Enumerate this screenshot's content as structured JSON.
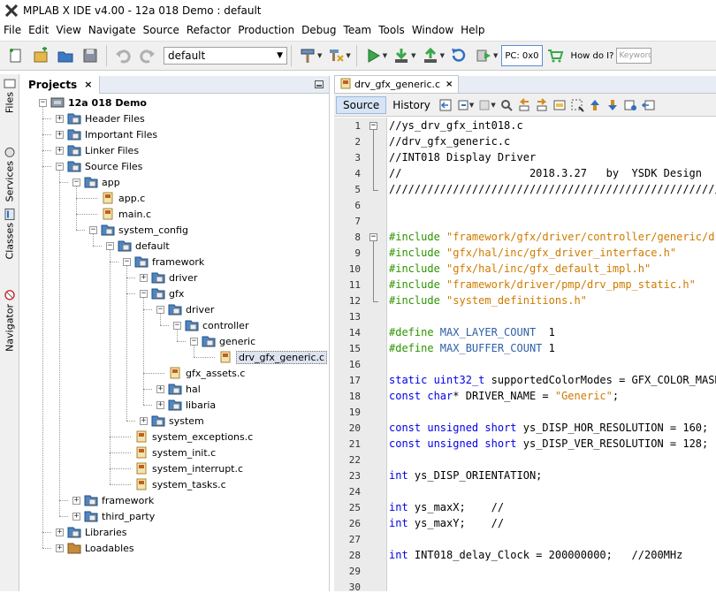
{
  "window": {
    "title": "MPLAB X IDE v4.00 - 12a 018 Demo : default"
  },
  "menu": [
    "File",
    "Edit",
    "View",
    "Navigate",
    "Source",
    "Refactor",
    "Production",
    "Debug",
    "Team",
    "Tools",
    "Window",
    "Help"
  ],
  "toolbar": {
    "configuration": "default",
    "pc": "PC: 0x0",
    "howdo": "How do I?",
    "search_placeholder": "Keyword"
  },
  "side_tabs": [
    "Files",
    "Services",
    "Classes",
    "Navigator"
  ],
  "projects": {
    "tab_label": "Projects",
    "close": "×"
  },
  "tree": [
    {
      "label": "12a 018 Demo",
      "depth": 0,
      "toggle": "-",
      "icon": "chip",
      "bold": true
    },
    {
      "label": "Header Files",
      "depth": 1,
      "toggle": "+",
      "icon": "folder"
    },
    {
      "label": "Important Files",
      "depth": 1,
      "toggle": "+",
      "icon": "folder"
    },
    {
      "label": "Linker Files",
      "depth": 1,
      "toggle": "+",
      "icon": "folder"
    },
    {
      "label": "Source Files",
      "depth": 1,
      "toggle": "-",
      "icon": "folder"
    },
    {
      "label": "app",
      "depth": 2,
      "toggle": "-",
      "icon": "folder"
    },
    {
      "label": "app.c",
      "depth": 3,
      "toggle": "",
      "icon": "cfile"
    },
    {
      "label": "main.c",
      "depth": 3,
      "toggle": "",
      "icon": "cfile"
    },
    {
      "label": "system_config",
      "depth": 3,
      "toggle": "-",
      "icon": "folder"
    },
    {
      "label": "default",
      "depth": 4,
      "toggle": "-",
      "icon": "folder"
    },
    {
      "label": "framework",
      "depth": 5,
      "toggle": "-",
      "icon": "folder"
    },
    {
      "label": "driver",
      "depth": 6,
      "toggle": "+",
      "icon": "folder"
    },
    {
      "label": "gfx",
      "depth": 6,
      "toggle": "-",
      "icon": "folder"
    },
    {
      "label": "driver",
      "depth": 7,
      "toggle": "-",
      "icon": "folder"
    },
    {
      "label": "controller",
      "depth": 8,
      "toggle": "-",
      "icon": "folder"
    },
    {
      "label": "generic",
      "depth": 9,
      "toggle": "-",
      "icon": "folder"
    },
    {
      "label": "drv_gfx_generic.c",
      "depth": 10,
      "toggle": "",
      "icon": "cfile",
      "selected": true
    },
    {
      "label": "gfx_assets.c",
      "depth": 7,
      "toggle": "",
      "icon": "cfile"
    },
    {
      "label": "hal",
      "depth": 7,
      "toggle": "+",
      "icon": "folder"
    },
    {
      "label": "libaria",
      "depth": 7,
      "toggle": "+",
      "icon": "folder"
    },
    {
      "label": "system",
      "depth": 6,
      "toggle": "+",
      "icon": "folder"
    },
    {
      "label": "system_exceptions.c",
      "depth": 5,
      "toggle": "",
      "icon": "cfile"
    },
    {
      "label": "system_init.c",
      "depth": 5,
      "toggle": "",
      "icon": "cfile"
    },
    {
      "label": "system_interrupt.c",
      "depth": 5,
      "toggle": "",
      "icon": "cfile"
    },
    {
      "label": "system_tasks.c",
      "depth": 5,
      "toggle": "",
      "icon": "cfile"
    },
    {
      "label": "framework",
      "depth": 2,
      "toggle": "+",
      "icon": "folder"
    },
    {
      "label": "third_party",
      "depth": 2,
      "toggle": "+",
      "icon": "folder"
    },
    {
      "label": "Libraries",
      "depth": 1,
      "toggle": "+",
      "icon": "folder"
    },
    {
      "label": "Loadables",
      "depth": 1,
      "toggle": "+",
      "icon": "folder2"
    }
  ],
  "editor": {
    "tab_label": "drv_gfx_generic.c",
    "close": "×",
    "source_tab": "Source",
    "history_tab": "History",
    "lines": [
      {
        "n": "1",
        "fold": "-",
        "segs": [
          [
            "c",
            "//ys_drv_gfx_int018.c"
          ]
        ]
      },
      {
        "n": "2",
        "segs": [
          [
            "c",
            "//drv_gfx_generic.c"
          ]
        ]
      },
      {
        "n": "3",
        "segs": [
          [
            "c",
            "//INT018 Display Driver"
          ]
        ]
      },
      {
        "n": "4",
        "segs": [
          [
            "c",
            "//                    2018.3.27   by  YSDK Design"
          ]
        ]
      },
      {
        "n": "5",
        "fend": true,
        "segs": [
          [
            "c",
            "////////////////////////////////////////////////////////"
          ]
        ]
      },
      {
        "n": "6",
        "segs": []
      },
      {
        "n": "7",
        "segs": []
      },
      {
        "n": "8",
        "fold": "-",
        "segs": [
          [
            "p",
            "#include "
          ],
          [
            "s",
            "\"framework/gfx/driver/controller/generic/drv"
          ]
        ]
      },
      {
        "n": "9",
        "segs": [
          [
            "p",
            "#include "
          ],
          [
            "s",
            "\"gfx/hal/inc/gfx_driver_interface.h\""
          ]
        ]
      },
      {
        "n": "10",
        "segs": [
          [
            "p",
            "#include "
          ],
          [
            "s",
            "\"gfx/hal/inc/gfx_default_impl.h\""
          ]
        ]
      },
      {
        "n": "11",
        "segs": [
          [
            "p",
            "#include "
          ],
          [
            "s",
            "\"framework/driver/pmp/drv_pmp_static.h\""
          ]
        ]
      },
      {
        "n": "12",
        "fend": true,
        "segs": [
          [
            "p",
            "#include "
          ],
          [
            "s",
            "\"system_definitions.h\""
          ]
        ]
      },
      {
        "n": "13",
        "segs": []
      },
      {
        "n": "14",
        "segs": [
          [
            "p",
            "#define "
          ],
          [
            "m",
            "MAX_LAYER_COUNT"
          ],
          [
            "c",
            "  1"
          ]
        ]
      },
      {
        "n": "15",
        "segs": [
          [
            "p",
            "#define "
          ],
          [
            "m",
            "MAX_BUFFER_COUNT"
          ],
          [
            "c",
            " 1"
          ]
        ]
      },
      {
        "n": "16",
        "segs": []
      },
      {
        "n": "17",
        "segs": [
          [
            "k",
            "static "
          ],
          [
            "k",
            "uint32_t"
          ],
          [
            "c",
            " supportedColorModes = GFX_COLOR_MASK_"
          ]
        ]
      },
      {
        "n": "18",
        "segs": [
          [
            "k",
            "const "
          ],
          [
            "k",
            "char"
          ],
          [
            "c",
            "* DRIVER_NAME = "
          ],
          [
            "s",
            "\"Generic\""
          ],
          [
            "c",
            ";"
          ]
        ]
      },
      {
        "n": "19",
        "segs": []
      },
      {
        "n": "20",
        "segs": [
          [
            "k",
            "const "
          ],
          [
            "k",
            "unsigned "
          ],
          [
            "k",
            "short"
          ],
          [
            "c",
            " ys_DISP_HOR_RESOLUTION = 160;"
          ]
        ]
      },
      {
        "n": "21",
        "segs": [
          [
            "k",
            "const "
          ],
          [
            "k",
            "unsigned "
          ],
          [
            "k",
            "short"
          ],
          [
            "c",
            " ys_DISP_VER_RESOLUTION = 128;"
          ]
        ]
      },
      {
        "n": "22",
        "segs": []
      },
      {
        "n": "23",
        "segs": [
          [
            "k",
            "int"
          ],
          [
            "c",
            " ys_DISP_ORIENTATION;"
          ]
        ]
      },
      {
        "n": "24",
        "segs": []
      },
      {
        "n": "25",
        "segs": [
          [
            "k",
            "int"
          ],
          [
            "c",
            " ys_maxX;    //"
          ]
        ]
      },
      {
        "n": "26",
        "segs": [
          [
            "k",
            "int"
          ],
          [
            "c",
            " ys_maxY;    //"
          ]
        ]
      },
      {
        "n": "27",
        "segs": []
      },
      {
        "n": "28",
        "segs": [
          [
            "k",
            "int"
          ],
          [
            "c",
            " INT018_delay_Clock = 200000000;   //200MHz"
          ]
        ]
      },
      {
        "n": "29",
        "segs": []
      },
      {
        "n": "30",
        "segs": []
      }
    ]
  }
}
